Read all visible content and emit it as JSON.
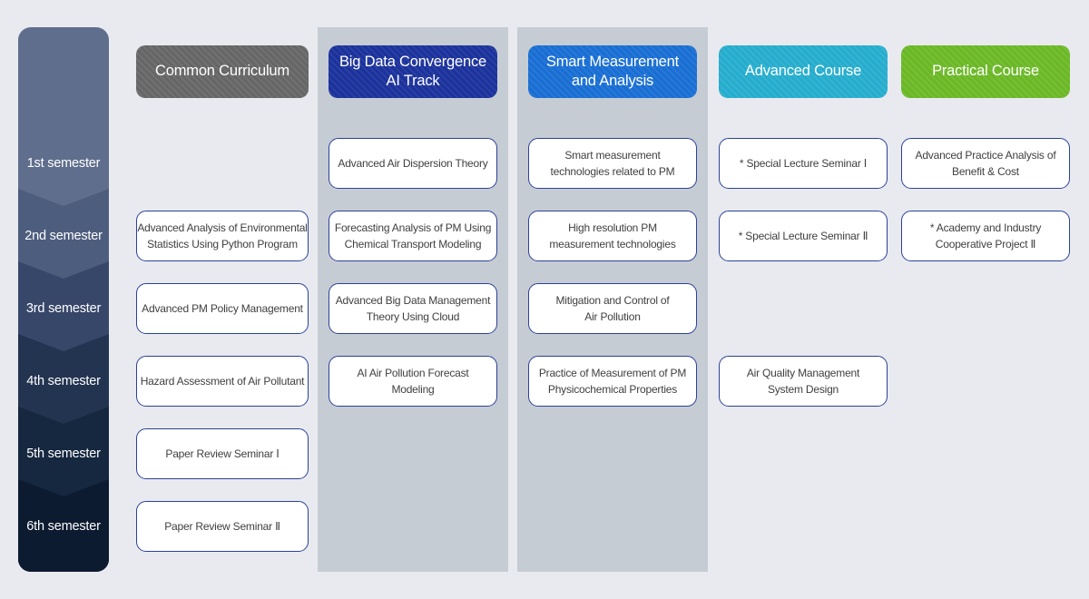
{
  "background_color": "#e9eaef",
  "panel_color": "#c6ccd4",
  "course_box": {
    "fill": "#ffffff",
    "border_color": "#2b4198",
    "text_color": "#3f3f3f"
  },
  "timeline": {
    "segment_colors": [
      "#5f6e8c",
      "#4d5d7e",
      "#37476a",
      "#233450",
      "#152840",
      "#0c1b30"
    ],
    "semesters": [
      "1st semester",
      "2nd semester",
      "3rd semester",
      "4th semester",
      "5th semester",
      "6th semester"
    ]
  },
  "columns": [
    {
      "title": "Common Curriculum",
      "color": "#686868",
      "has_panel": false,
      "courses": [
        {
          "row": 2,
          "text": "Advanced Analysis of Environmental\nStatistics Using Python Program"
        },
        {
          "row": 3,
          "text": "Advanced PM Policy Management"
        },
        {
          "row": 4,
          "text": "Hazard Assessment of Air Pollutant"
        },
        {
          "row": 5,
          "text": "Paper Review Seminar Ⅰ"
        },
        {
          "row": 6,
          "text": "Paper Review Seminar Ⅱ"
        }
      ]
    },
    {
      "title": "Big Data Convergence\nAI Track",
      "color": "#1c339e",
      "has_panel": true,
      "courses": [
        {
          "row": 1,
          "text": "Advanced Air Dispersion Theory"
        },
        {
          "row": 2,
          "text": "Forecasting Analysis of PM Using\nChemical Transport Modeling"
        },
        {
          "row": 3,
          "text": "Advanced Big Data Management\nTheory Using Cloud"
        },
        {
          "row": 4,
          "text": "AI Air Pollution Forecast\nModeling"
        }
      ]
    },
    {
      "title": "Smart Measurement\nand Analysis",
      "color": "#1a70d6",
      "has_panel": true,
      "courses": [
        {
          "row": 1,
          "text": "Smart measurement\ntechnologies related to PM"
        },
        {
          "row": 2,
          "text": "High resolution PM\nmeasurement technologies"
        },
        {
          "row": 3,
          "text": "Mitigation and Control of\nAir Pollution"
        },
        {
          "row": 4,
          "text": "Practice of Measurement of PM\nPhysicochemical Properties"
        }
      ]
    },
    {
      "title": "Advanced Course",
      "color": "#27afd0",
      "has_panel": false,
      "courses": [
        {
          "row": 1,
          "text": "* Special Lecture Seminar Ⅰ"
        },
        {
          "row": 2,
          "text": "* Special Lecture Seminar Ⅱ"
        },
        {
          "row": 4,
          "text": "Air Quality Management\nSystem Design"
        }
      ]
    },
    {
      "title": "Practical Course",
      "color": "#6dbb28",
      "has_panel": false,
      "courses": [
        {
          "row": 1,
          "text": "Advanced Practice Analysis of\nBenefit & Cost"
        },
        {
          "row": 2,
          "text": "* Academy and Industry\nCooperative Project Ⅱ"
        }
      ]
    }
  ]
}
